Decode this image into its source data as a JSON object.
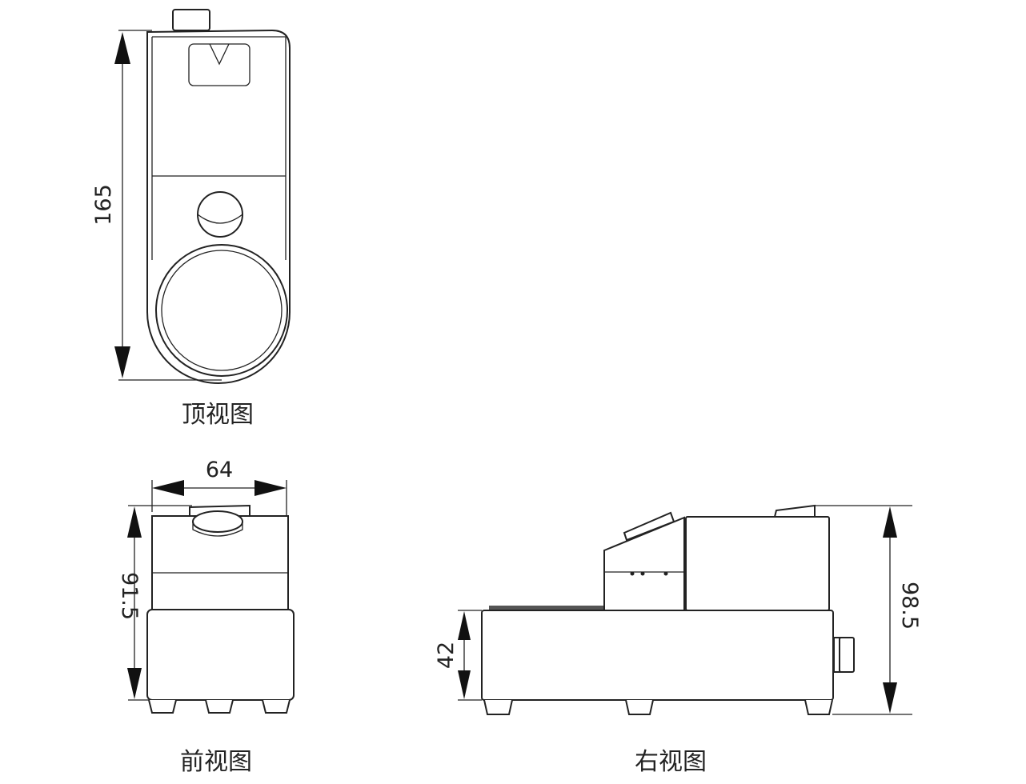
{
  "views": {
    "top": {
      "caption": "顶视图",
      "dimension_length": "165"
    },
    "front": {
      "caption": "前视图",
      "dimension_width": "64",
      "dimension_height": "91.5"
    },
    "right": {
      "caption": "右视图",
      "dimension_base_height": "42",
      "dimension_total_height": "98.5"
    }
  }
}
